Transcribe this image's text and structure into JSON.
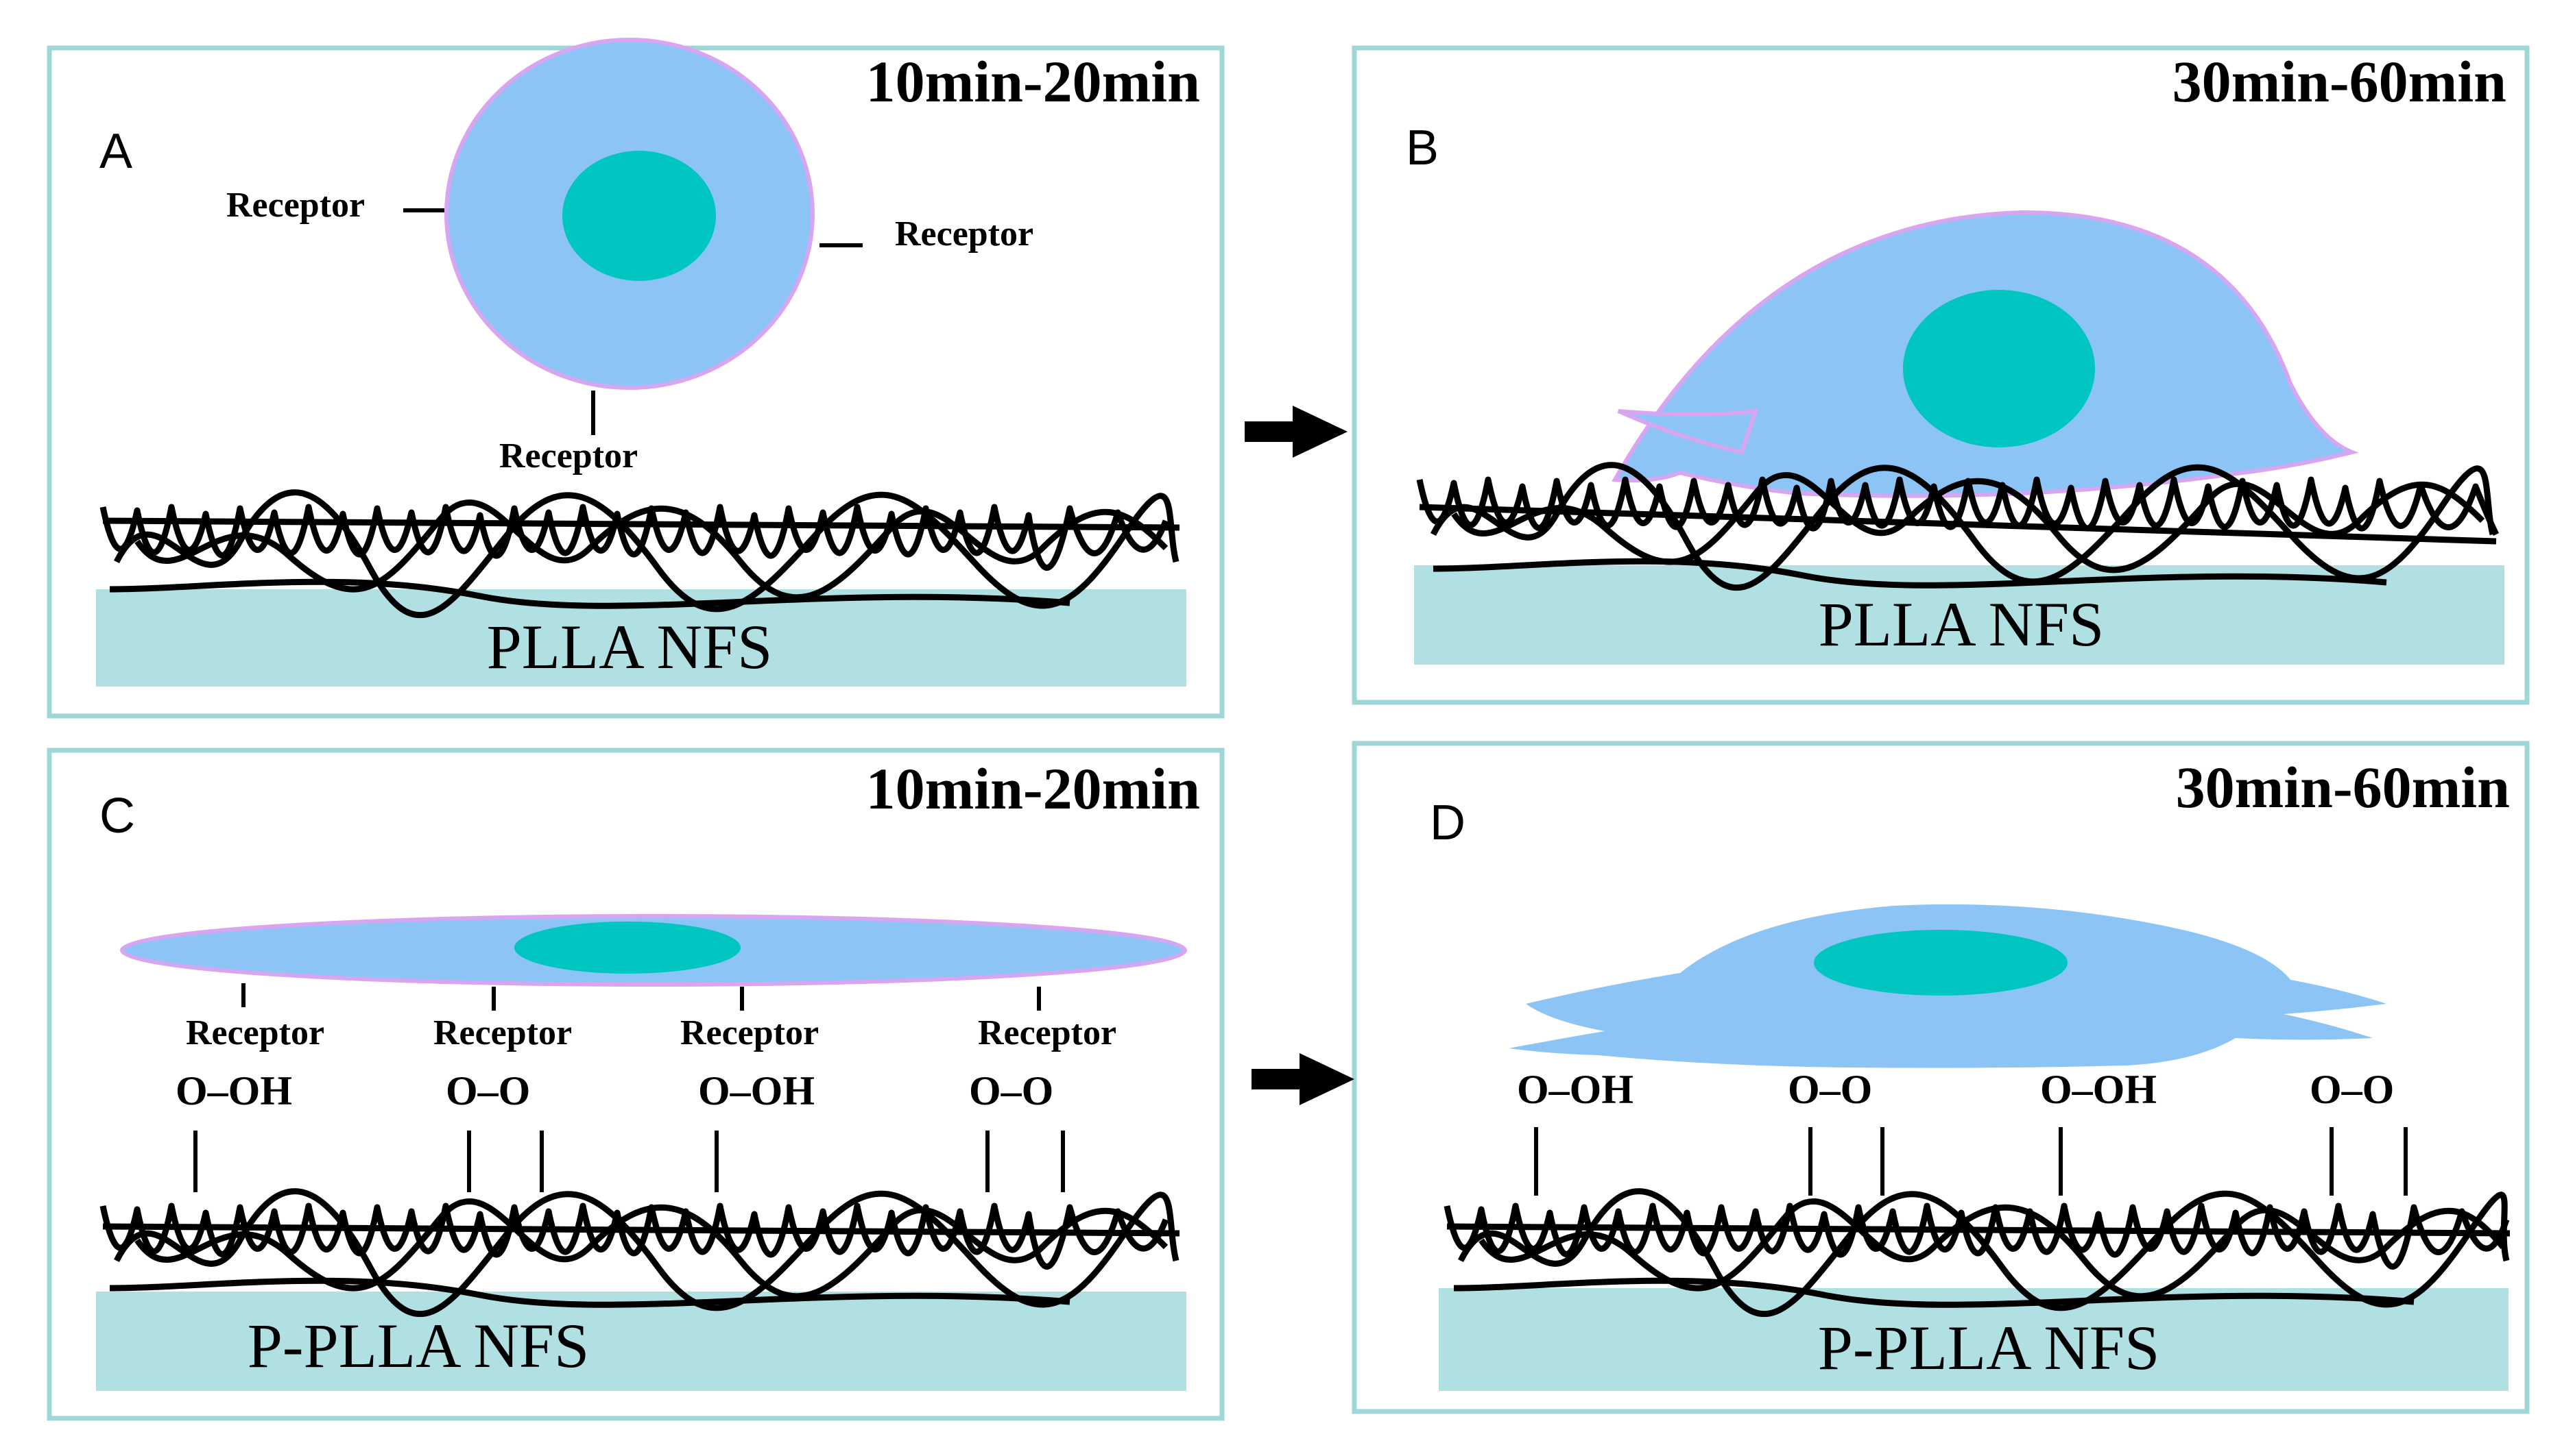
{
  "colors": {
    "frame": "#9fd6d8",
    "substrate": "#b1e0e3",
    "cell": "#8cc4f6",
    "cell_edge": "#d8a6f0",
    "nucleus": "#00c5c0",
    "fiber": "#000000"
  },
  "panels": [
    {
      "letter": "A",
      "time": "10min-20min",
      "substrate": "PLLA NFS"
    },
    {
      "letter": "B",
      "time": "30min-60min",
      "substrate": "PLLA NFS"
    },
    {
      "letter": "C",
      "time": "10min-20min",
      "substrate": "P-PLLA NFS"
    },
    {
      "letter": "D",
      "time": "30min-60min",
      "substrate": "P-PLLA NFS"
    }
  ],
  "receptor_label": "Receptor",
  "groups": {
    "hydroxyl": "O–OH",
    "peroxide": "O–O"
  },
  "arrows": [
    "right-arrow-top",
    "right-arrow-bottom"
  ]
}
